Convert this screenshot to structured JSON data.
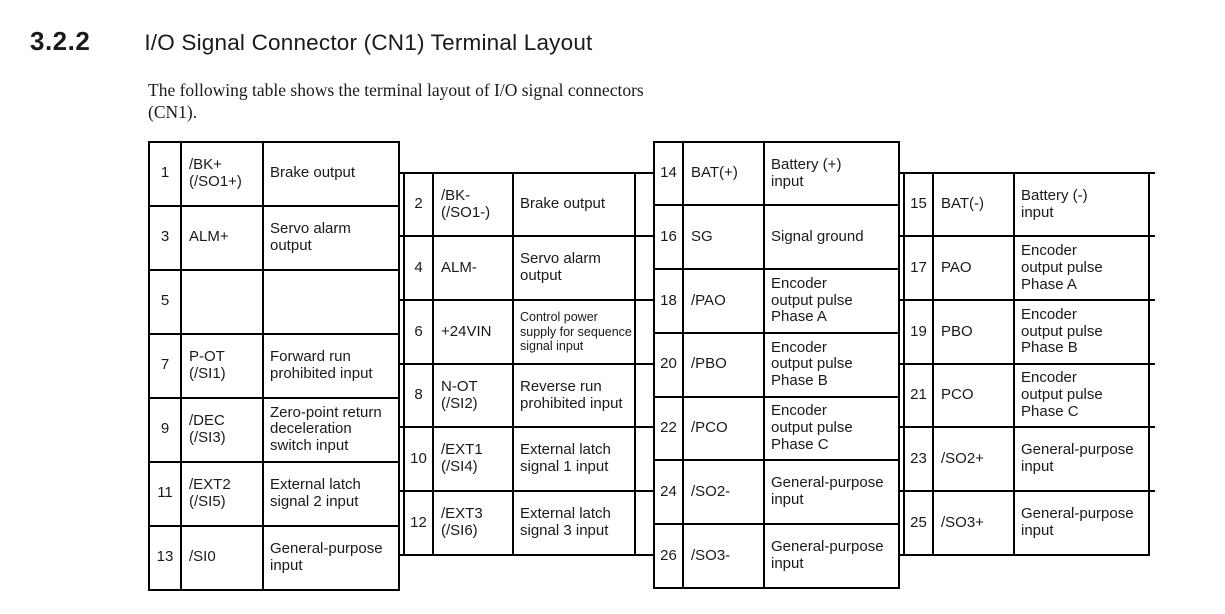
{
  "page": {
    "section_number": "3.2.2",
    "title": "I/O Signal Connector (CN1) Terminal Layout",
    "intro": "The following table shows the terminal layout of I/O signal connectors\n(CN1)."
  },
  "colors": {
    "text": "#1a1a1a",
    "border": "#000000",
    "background": "#ffffff"
  },
  "tables": [
    {
      "name": "odd-pins-left",
      "rows": [
        {
          "pin": "1",
          "signal": "/BK+\n(/SO1+)",
          "desc": "Brake output"
        },
        {
          "pin": "3",
          "signal": "ALM+",
          "desc": "Servo alarm\noutput"
        },
        {
          "pin": "5",
          "signal": "",
          "desc": ""
        },
        {
          "pin": "7",
          "signal": "P-OT\n(/SI1)",
          "desc": "Forward run\nprohibited input"
        },
        {
          "pin": "9",
          "signal": "/DEC\n(/SI3)",
          "desc": "Zero-point return\ndeceleration\nswitch input"
        },
        {
          "pin": "11",
          "signal": "/EXT2\n(/SI5)",
          "desc": "External latch\nsignal 2 input"
        },
        {
          "pin": "13",
          "signal": "/SI0",
          "desc": "General-purpose\ninput"
        }
      ]
    },
    {
      "name": "even-pins-left",
      "rows": [
        {
          "pin": "2",
          "signal": "/BK-\n(/SO1-)",
          "desc": "Brake output"
        },
        {
          "pin": "4",
          "signal": "ALM-",
          "desc": "Servo alarm\noutput"
        },
        {
          "pin": "6",
          "signal": "+24VIN",
          "desc": "Control power\nsupply for sequence\nsignal input",
          "small": true
        },
        {
          "pin": "8",
          "signal": "N-OT\n(/SI2)",
          "desc": "Reverse run\nprohibited input"
        },
        {
          "pin": "10",
          "signal": "/EXT1\n(/SI4)",
          "desc": "External latch\nsignal 1 input"
        },
        {
          "pin": "12",
          "signal": "/EXT3\n(/SI6)",
          "desc": "External latch\nsignal 3 input"
        }
      ]
    },
    {
      "name": "even-pins-right",
      "rows": [
        {
          "pin": "14",
          "signal": "BAT(+)",
          "desc": "Battery (+)\ninput"
        },
        {
          "pin": "16",
          "signal": "SG",
          "desc": "Signal ground"
        },
        {
          "pin": "18",
          "signal": "/PAO",
          "desc": "Encoder\noutput pulse\nPhase A"
        },
        {
          "pin": "20",
          "signal": "/PBO",
          "desc": "Encoder\noutput pulse\nPhase B"
        },
        {
          "pin": "22",
          "signal": "/PCO",
          "desc": "Encoder\noutput pulse\nPhase C"
        },
        {
          "pin": "24",
          "signal": "/SO2-",
          "desc": "General-purpose\ninput"
        },
        {
          "pin": "26",
          "signal": "/SO3-",
          "desc": "General-purpose\ninput"
        }
      ]
    },
    {
      "name": "odd-pins-right",
      "rows": [
        {
          "pin": "15",
          "signal": "BAT(-)",
          "desc": "Battery (-)\ninput"
        },
        {
          "pin": "17",
          "signal": "PAO",
          "desc": "Encoder\noutput pulse\nPhase A"
        },
        {
          "pin": "19",
          "signal": "PBO",
          "desc": "Encoder\noutput pulse\nPhase B"
        },
        {
          "pin": "21",
          "signal": "PCO",
          "desc": "Encoder\noutput pulse\nPhase C"
        },
        {
          "pin": "23",
          "signal": "/SO2+",
          "desc": "General-purpose\ninput"
        },
        {
          "pin": "25",
          "signal": "/SO3+",
          "desc": "General-purpose\ninput"
        }
      ]
    }
  ]
}
